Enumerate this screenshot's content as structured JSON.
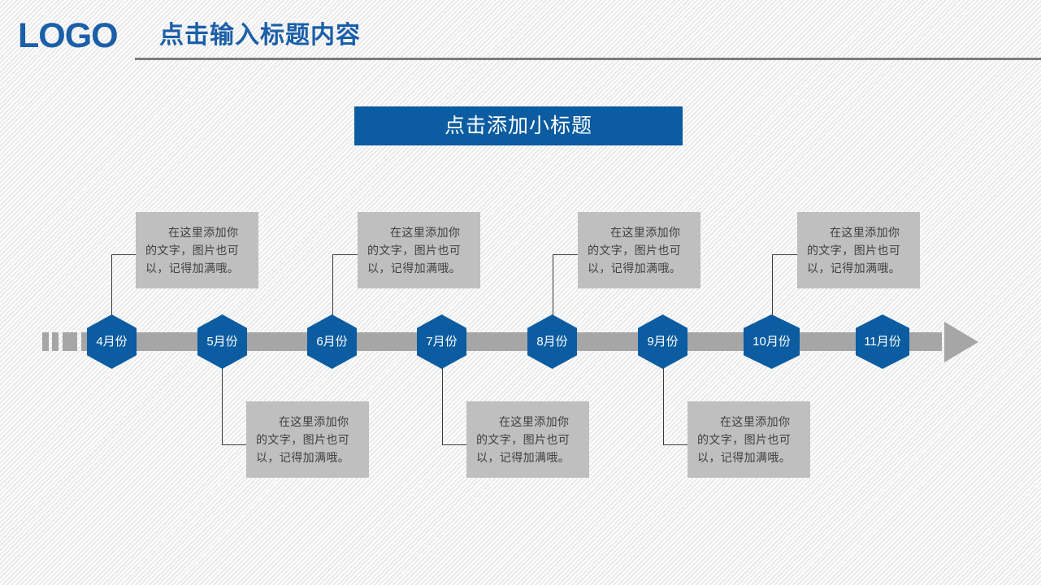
{
  "header": {
    "logo": "LOGO",
    "title": "点击输入标题内容"
  },
  "subtitle": {
    "label": "点击添加小标题"
  },
  "colors": {
    "brand_blue": "#0b5ca0",
    "logo_blue": "#1b5fa8",
    "bar_gray": "#a6a6a6",
    "box_gray": "#bfbfbf",
    "rule_gray": "#7d7d7d",
    "note_text": "#3f3f3f"
  },
  "timeline": {
    "note_text": "在这里添加你的文字，图片也可以，记得加满哦。",
    "milestones": [
      {
        "label": "4月份",
        "position": "top"
      },
      {
        "label": "5月份",
        "position": "bottom"
      },
      {
        "label": "6月份",
        "position": "top"
      },
      {
        "label": "7月份",
        "position": "bottom"
      },
      {
        "label": "8月份",
        "position": "top"
      },
      {
        "label": "9月份",
        "position": "bottom"
      },
      {
        "label": "10月份",
        "position": "top"
      },
      {
        "label": "11月份",
        "position": "none"
      }
    ],
    "notes": [
      {
        "for": "4月份",
        "text": "在这里添加你的文字，图片也可以，记得加满哦。"
      },
      {
        "for": "5月份",
        "text": "在这里添加你的文字，图片也可以，记得加满哦。"
      },
      {
        "for": "6月份",
        "text": "在这里添加你的文字，图片也可以，记得加满哦。"
      },
      {
        "for": "7月份",
        "text": "在这里添加你的文字，图片也可以，记得加满哦。"
      },
      {
        "for": "8月份",
        "text": "在这里添加你的文字，图片也可以，记得加满哦。"
      },
      {
        "for": "9月份",
        "text": "在这里添加你的文字，图片也可以，记得加满哦。"
      },
      {
        "for": "10月份",
        "text": "在这里添加你的文字，图片也可以，记得加满哦。"
      }
    ]
  }
}
